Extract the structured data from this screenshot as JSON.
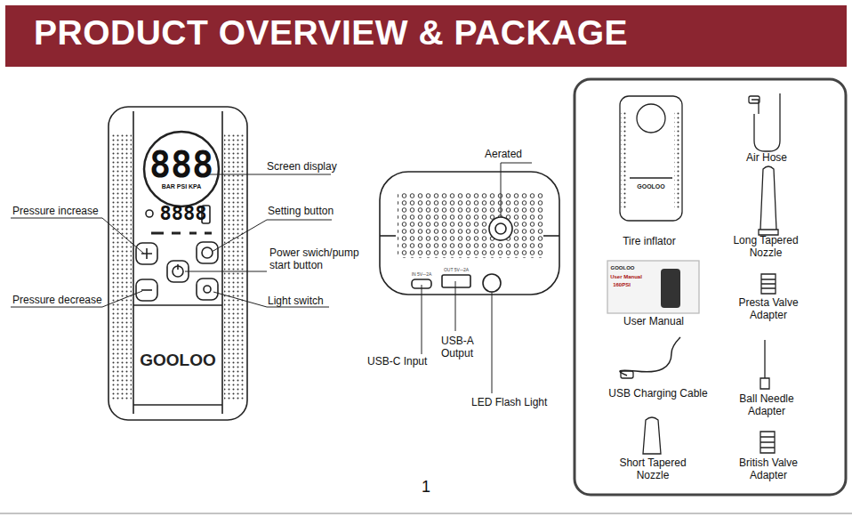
{
  "diagram": {
    "title": "PRODUCT OVERVIEW & PACKAGE",
    "labels": [
      "888",
      "BAR PSI KPA",
      "8888",
      "GOOLOO",
      "Screen display",
      "Pressure increase",
      "Setting button",
      "Power swich/pump start button",
      "Pressure decrease",
      "Light switch",
      "Aerated",
      "IN 5V⎓2A",
      "OUT 5V⎓2A",
      "USB-A Output",
      "USB-C Input",
      "LED Flash Light",
      "Tire inflator",
      "Air Hose",
      "Long Tapered Nozzle",
      "User Manual",
      "Presta Valve Adapter",
      "USB Charging Cable",
      "Ball Needle Adapter",
      "Short Tapered Nozzle",
      "British Valve Adapter",
      "1",
      "GOOLOO",
      "User Manual",
      "160PSI",
      "GOOLOO"
    ]
  }
}
